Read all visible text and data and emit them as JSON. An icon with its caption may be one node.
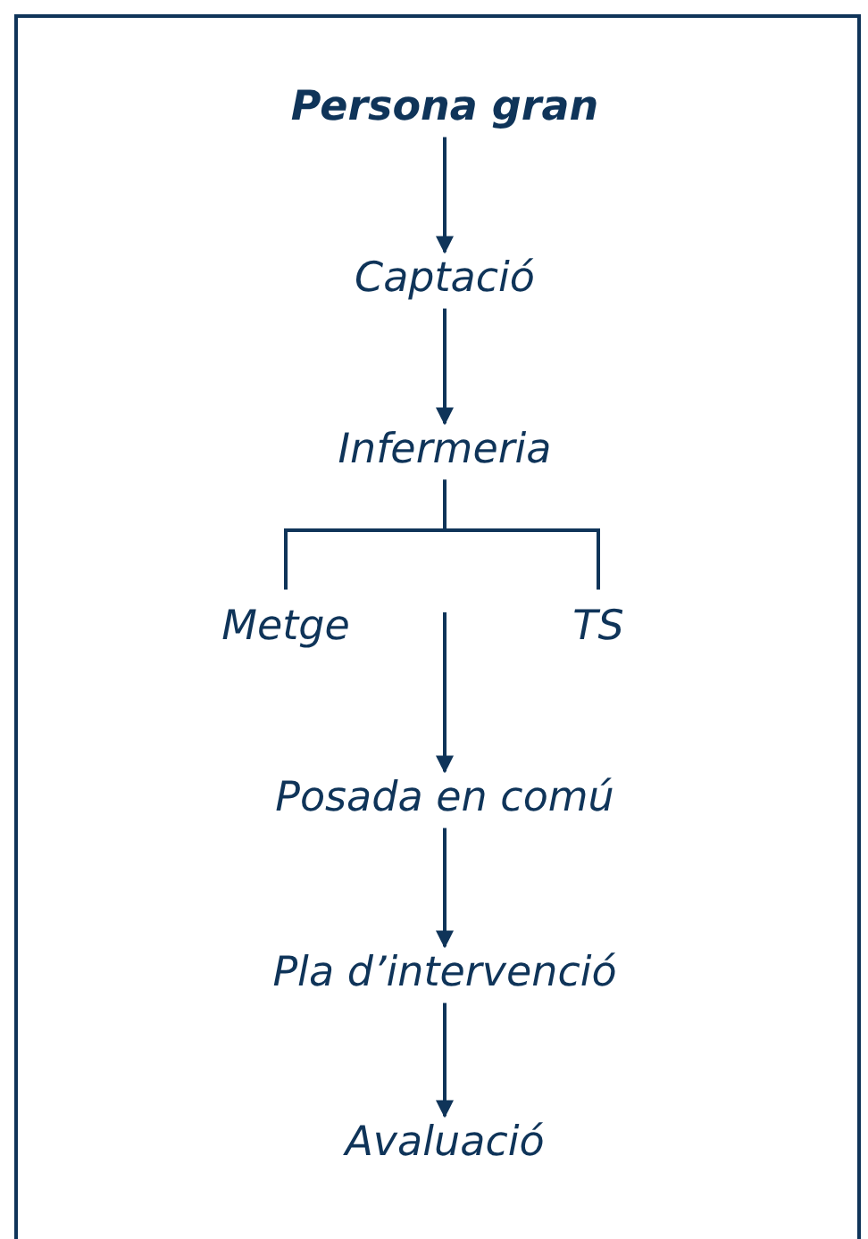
{
  "diagram": {
    "nodes": [
      {
        "text": [
          "Persona gran"
        ]
      },
      {
        "text": [
          "Captació"
        ]
      },
      {
        "text": [
          "Infermeria"
        ]
      },
      {
        "text": [
          "Metge"
        ]
      },
      {
        "text": [
          "TS"
        ]
      },
      {
        "text": [
          "Posada en comú"
        ]
      },
      {
        "text": [
          "Pla d’intervenció"
        ]
      },
      {
        "text": [
          "Avaluació"
        ]
      }
    ],
    "edges": [
      {
        "from": 0,
        "to": 1,
        "arrow": "to"
      },
      {
        "from": 1,
        "to": 2,
        "arrow": "to"
      },
      {
        "from": 2,
        "to": 3,
        "arrow": "none"
      },
      {
        "from": 2,
        "to": 4,
        "arrow": "none"
      },
      {
        "from": null,
        "to": 5,
        "arrow": "to"
      },
      {
        "from": 5,
        "to": 6,
        "arrow": "to"
      },
      {
        "from": 6,
        "to": 7,
        "arrow": "to"
      }
    ]
  }
}
